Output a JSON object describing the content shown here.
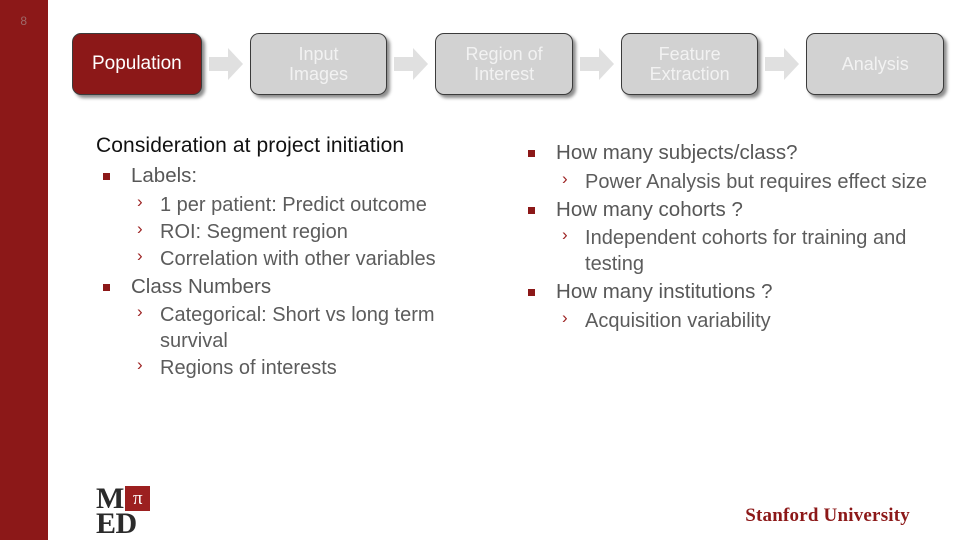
{
  "slide": {
    "page_number": "8",
    "accent_color": "#8c1818",
    "sidebar_color": "#8c1818",
    "background_color": "#ffffff"
  },
  "flow": {
    "steps": [
      {
        "label": "Population",
        "style": "accent"
      },
      {
        "label": "Input\nImages",
        "style": "plain"
      },
      {
        "label": "Region of\nInterest",
        "style": "plain"
      },
      {
        "label": "Feature\nExtraction",
        "style": "plain"
      },
      {
        "label": "Analysis",
        "style": "plain"
      }
    ],
    "arrow_color": "#e0e0e0"
  },
  "left_column": {
    "heading": "Consideration at project initiation",
    "bullets": [
      {
        "text": "Labels:",
        "sub": [
          "1 per patient: Predict outcome",
          "ROI: Segment region",
          "Correlation with other variables"
        ]
      },
      {
        "text": "Class Numbers",
        "sub": [
          "Categorical: Short vs long term survival",
          "Regions of interests"
        ]
      }
    ]
  },
  "right_column": {
    "bullets": [
      {
        "text": "How many subjects/class?",
        "sub": [
          "Power Analysis but requires effect size"
        ]
      },
      {
        "text": "How many cohorts ?",
        "sub": [
          "Independent cohorts for training and testing"
        ]
      },
      {
        "text": "How many institutions ?",
        "sub": [
          "Acquisition variability"
        ]
      }
    ]
  },
  "logos": {
    "med_pi": {
      "top_letter": "M",
      "pi_symbol": "π",
      "bottom_letters": "ED",
      "square_color": "#9c2020"
    },
    "stanford": "Stanford University"
  }
}
